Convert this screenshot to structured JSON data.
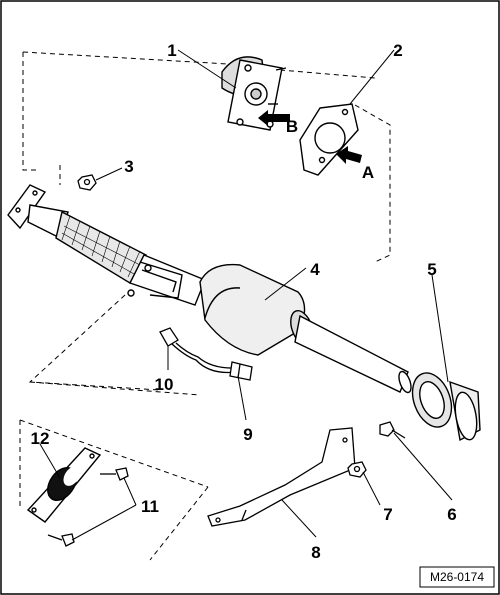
{
  "diagram": {
    "reference_code": "M26-0174",
    "callouts": [
      {
        "id": "1",
        "label": "1"
      },
      {
        "id": "2",
        "label": "2"
      },
      {
        "id": "3",
        "label": "3"
      },
      {
        "id": "4",
        "label": "4"
      },
      {
        "id": "5",
        "label": "5"
      },
      {
        "id": "6",
        "label": "6"
      },
      {
        "id": "7",
        "label": "7"
      },
      {
        "id": "8",
        "label": "8"
      },
      {
        "id": "9",
        "label": "9"
      },
      {
        "id": "10",
        "label": "10"
      },
      {
        "id": "11",
        "label": "11"
      },
      {
        "id": "12",
        "label": "12"
      }
    ],
    "arrows": [
      {
        "id": "A",
        "label": "A"
      },
      {
        "id": "B",
        "label": "B"
      }
    ]
  }
}
